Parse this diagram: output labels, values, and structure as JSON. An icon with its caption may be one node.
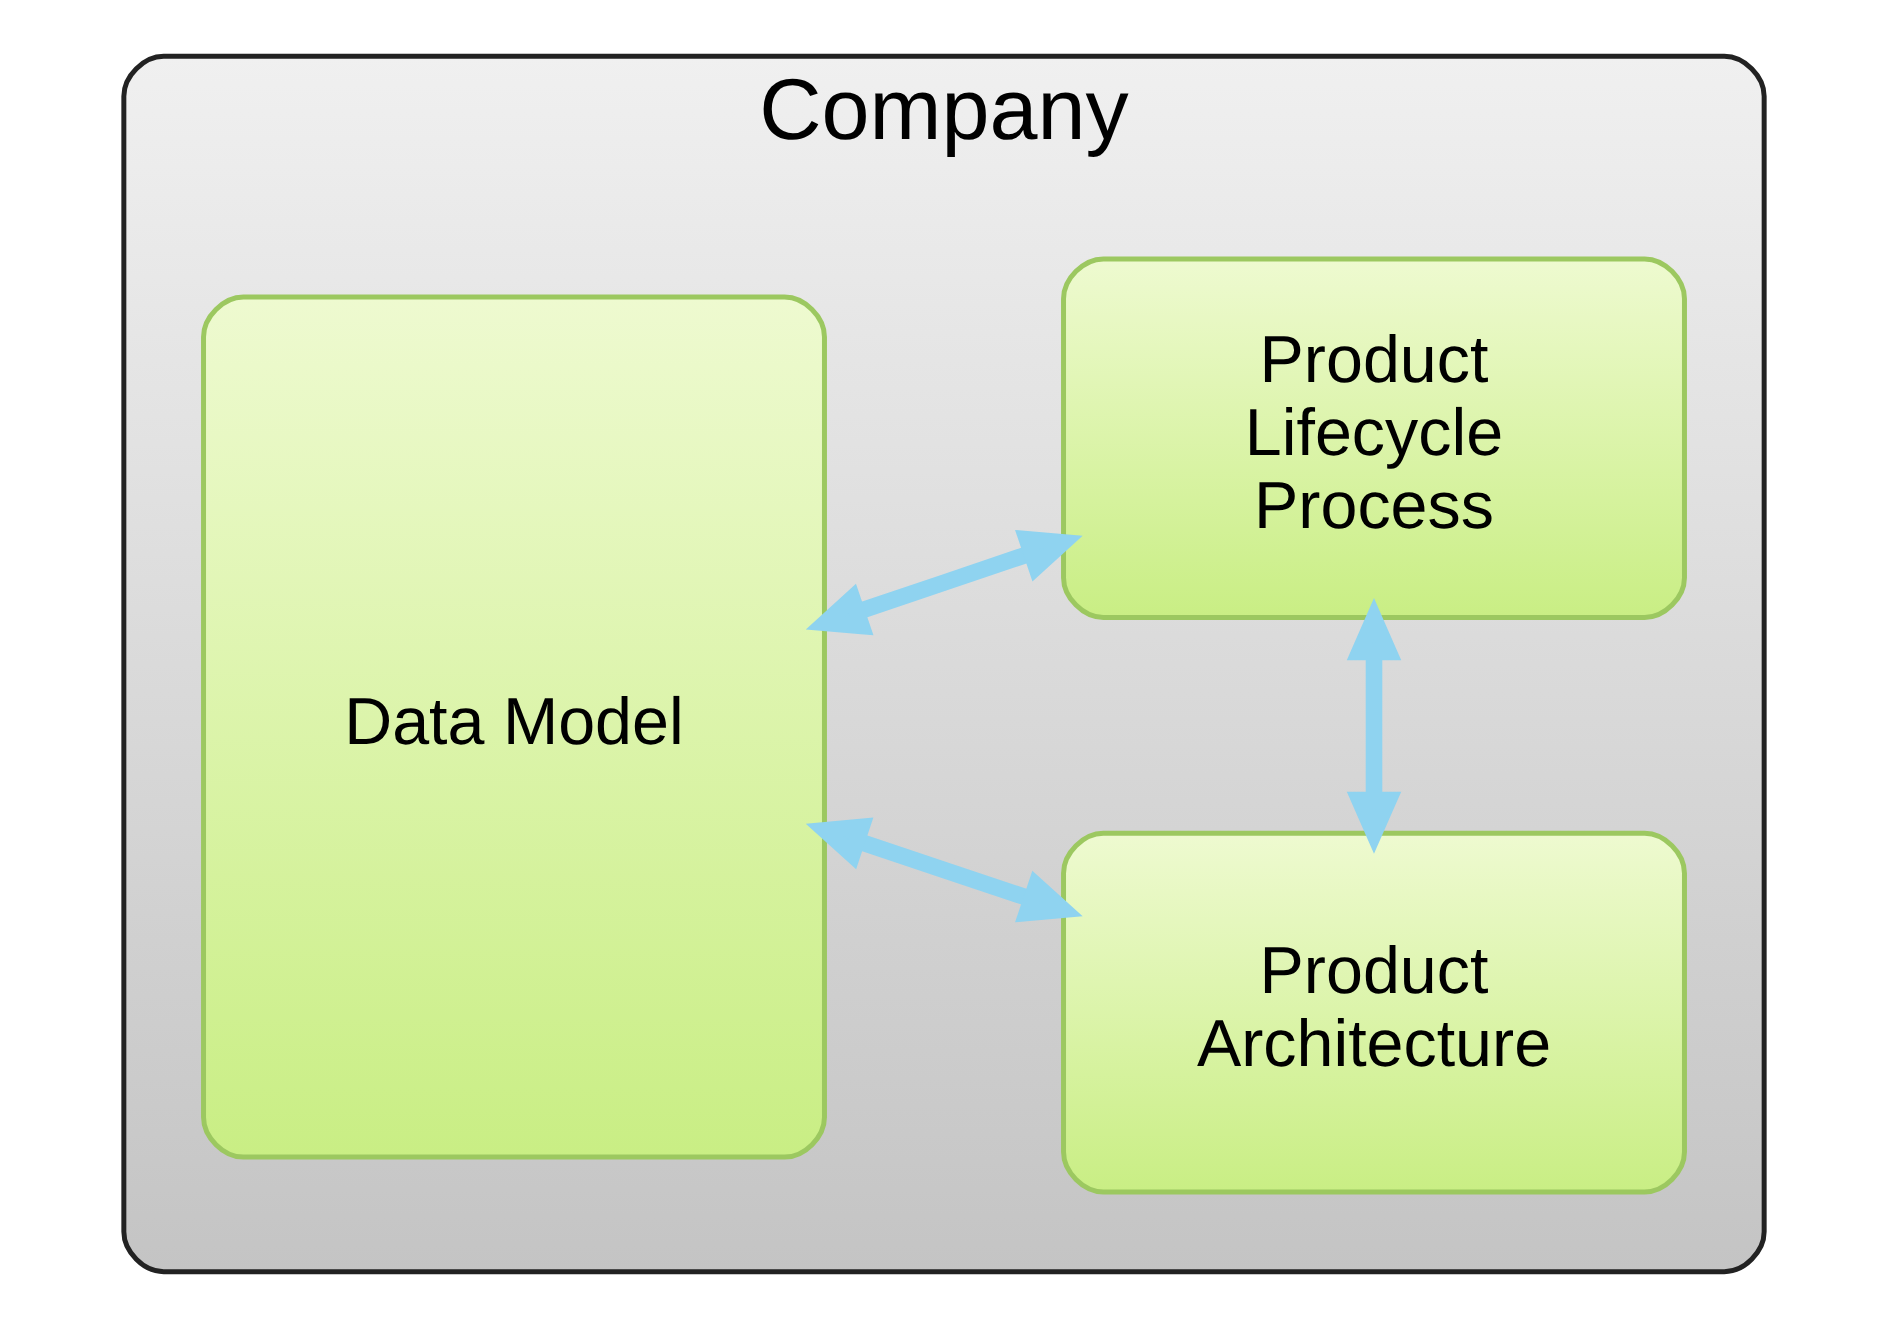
{
  "diagram": {
    "nodes": [
      {
        "text": [
          "Company"
        ]
      },
      {
        "text": [
          "Data Model"
        ],
        "in": 0
      },
      {
        "text": [
          "Product Architecture"
        ],
        "in": 0
      },
      {
        "text": [
          "Product Lifecycle Process"
        ],
        "in": 0
      }
    ],
    "edges": [
      {
        "from": 1,
        "to": 2,
        "arrow": "both"
      },
      {
        "from": 2,
        "to": 3,
        "arrow": "both"
      },
      {
        "from": 1,
        "to": 3,
        "arrow": "both"
      }
    ]
  }
}
